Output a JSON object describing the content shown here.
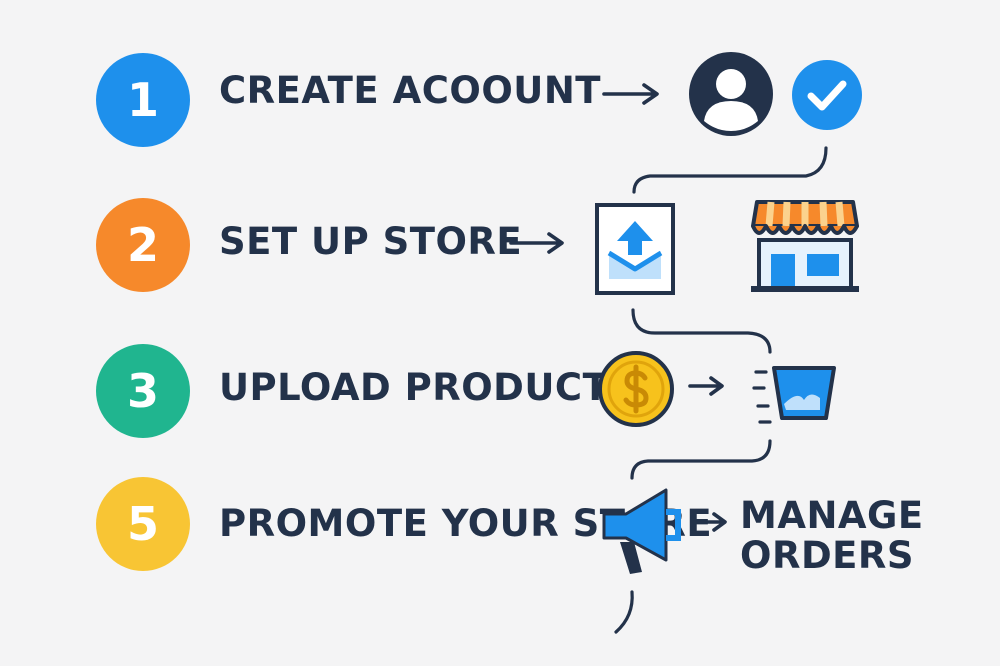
{
  "colors": {
    "ink": "#23324a",
    "blue": "#1e90ec",
    "orange": "#f6892b",
    "green": "#20b58f",
    "yellow": "#f8c534",
    "gold": "#f7c21c",
    "awning_orange": "#f6892b",
    "light_blue": "#bfe0fb"
  },
  "steps": [
    {
      "number": "1",
      "label": "CREATE ACOOUNT"
    },
    {
      "number": "2",
      "label": "SET UP STORE"
    },
    {
      "number": "3",
      "label": "UPLOAD PRODUCTS"
    },
    {
      "number": "5",
      "label": "PROMOTE YOUR STORE"
    }
  ],
  "final_step": {
    "lines": [
      "MANAGE",
      "ORDERS"
    ]
  },
  "icons": {
    "user": "user-avatar-icon",
    "check": "check-circle-icon",
    "upload": "upload-envelope-icon",
    "store": "storefront-icon",
    "coin": "dollar-coin-icon",
    "basket": "shopping-basket-icon",
    "megaphone": "megaphone-icon",
    "arrow": "arrow-right-icon"
  }
}
